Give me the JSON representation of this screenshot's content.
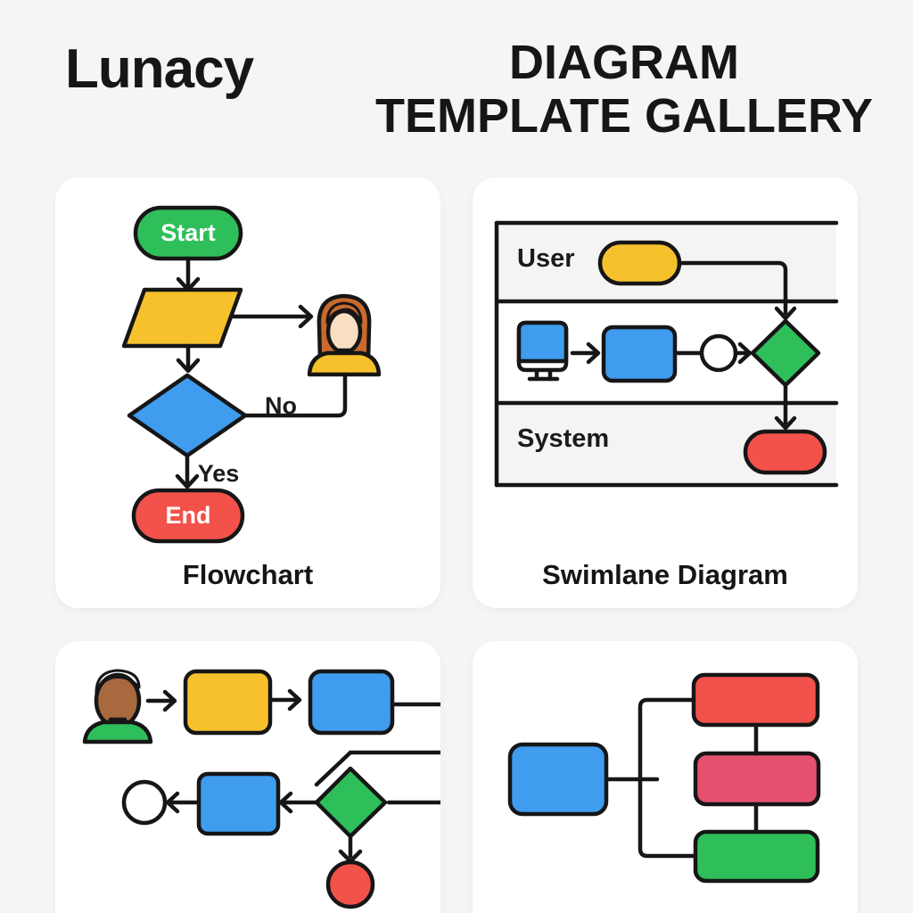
{
  "header": {
    "brand": "Lunacy",
    "title_line1": "DIAGRAM",
    "title_line2": "TEMPLATE GALLERY"
  },
  "colors": {
    "background": "#f5f5f6",
    "card": "#ffffff",
    "stroke": "#161616",
    "green": "#2fbf5a",
    "yellow": "#f6c12d",
    "blue": "#3f9cee",
    "red": "#f3524a",
    "crimson": "#e5506e",
    "lane_gray": "#f4f4f5",
    "white": "#ffffff",
    "skin_light": "#f8dfc2",
    "skin_brown": "#a8693f",
    "hair_orange": "#c96a2e",
    "hair_black": "#1d1d1d"
  },
  "cards": {
    "flowchart": {
      "label": "Flowchart",
      "start_label": "Start",
      "end_label": "End",
      "no_label": "No",
      "yes_label": "Yes",
      "icon": "woman-user-icon"
    },
    "swimlane": {
      "label": "Swimlane Diagram",
      "lane_user": "User",
      "lane_system": "System",
      "icon": "monitor-icon"
    },
    "process_flow": {
      "icon": "man-user-icon"
    },
    "hierarchy": {}
  }
}
